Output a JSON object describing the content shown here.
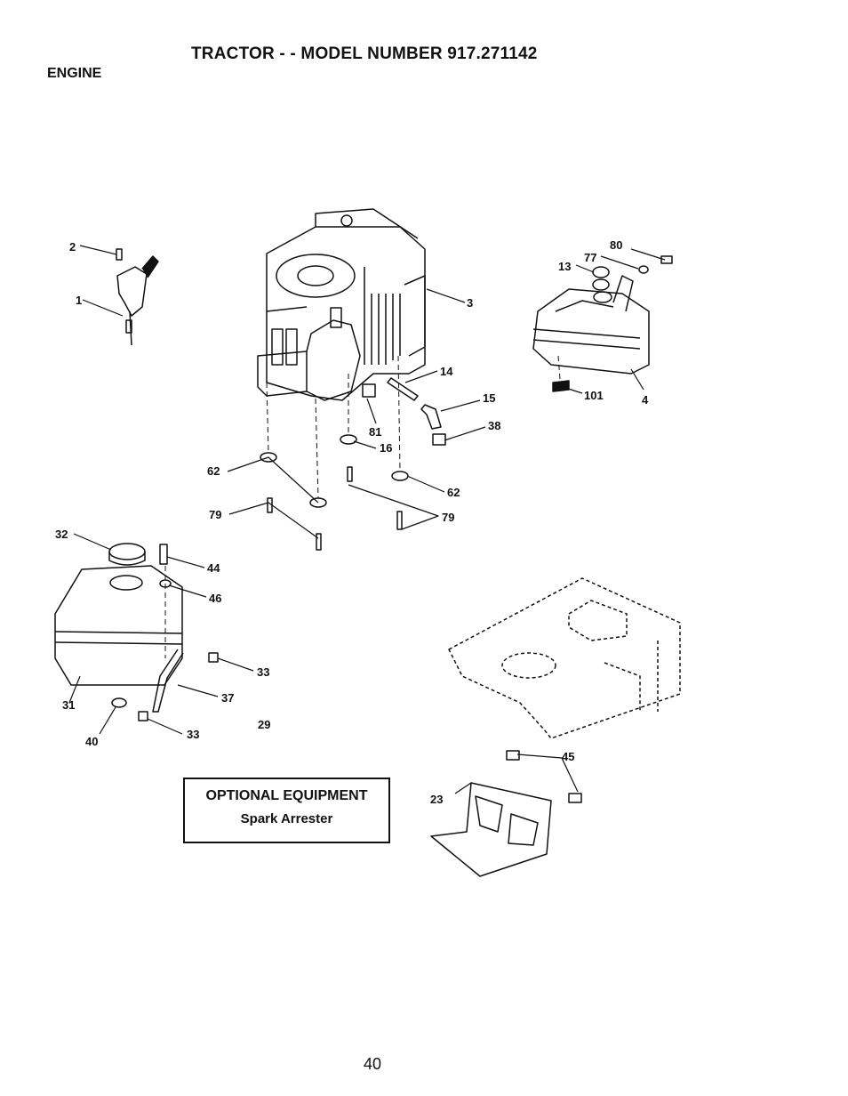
{
  "header": {
    "title": "TRACTOR - - MODEL NUMBER 917.271142",
    "section": "ENGINE"
  },
  "callouts": {
    "c1": "1",
    "c2": "2",
    "c3": "3",
    "c4": "4",
    "c13": "13",
    "c14": "14",
    "c15": "15",
    "c16": "16",
    "c23": "23",
    "c29": "29",
    "c31": "31",
    "c32": "32",
    "c33a": "33",
    "c33b": "33",
    "c37": "37",
    "c38": "38",
    "c40": "40",
    "c44": "44",
    "c45": "45",
    "c46": "46",
    "c62a": "62",
    "c62b": "62",
    "c77": "77",
    "c79a": "79",
    "c79b": "79",
    "c80": "80",
    "c81": "81",
    "c101": "101"
  },
  "optional_equipment": {
    "title": "OPTIONAL EQUIPMENT",
    "item": "Spark Arrester"
  },
  "footer": {
    "page_number": "40"
  }
}
